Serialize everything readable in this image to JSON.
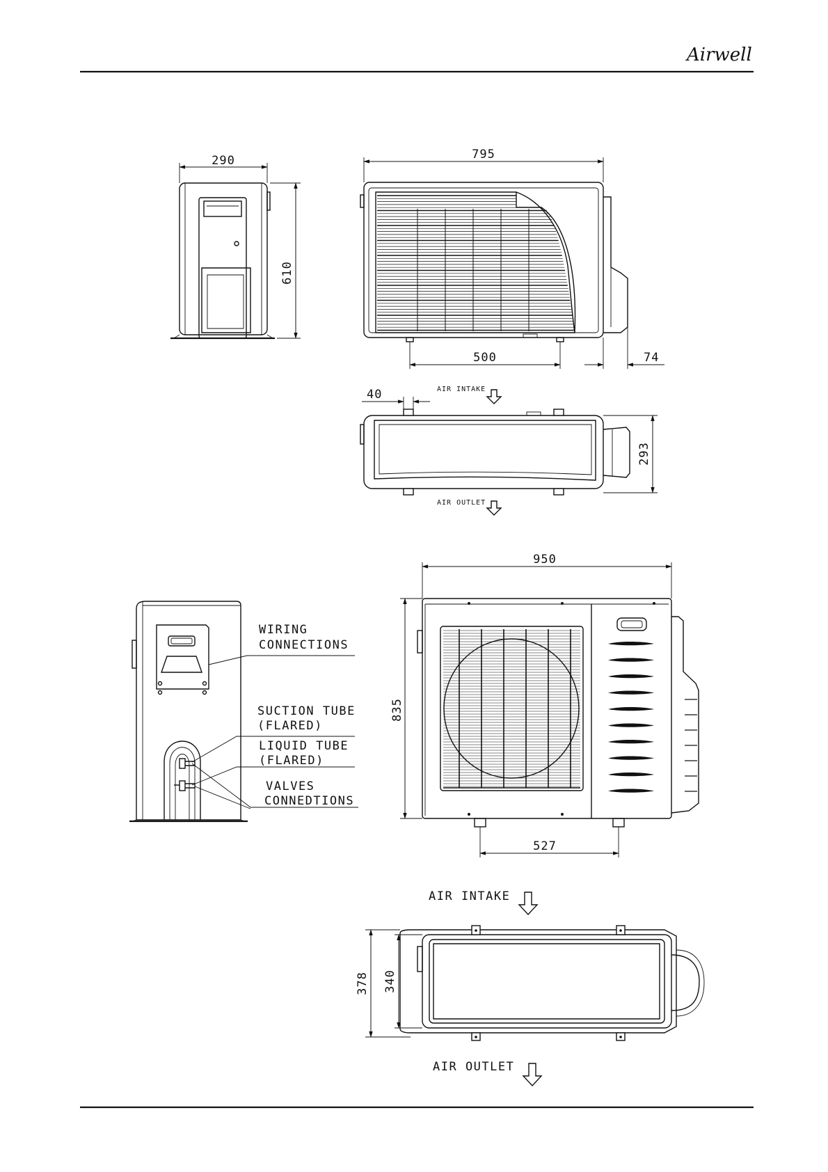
{
  "header": {
    "brand": "Airwell"
  },
  "unit_small": {
    "dimensions": {
      "depth": "290",
      "height": "610",
      "width": "795",
      "foot_spacing": "500",
      "valve_protrusion": "74",
      "foot_offset": "40",
      "top_depth": "293"
    },
    "labels": {
      "air_intake": "AIR INTAKE",
      "air_outlet": "AIR OUTLET"
    }
  },
  "unit_large": {
    "dimensions": {
      "width": "950",
      "height": "835",
      "foot_spacing": "527",
      "depth_overall": "378",
      "depth_body": "340"
    },
    "labels": {
      "wiring_1": "WIRING",
      "wiring_2": "CONNECTIONS",
      "suction_1": "SUCTION TUBE",
      "suction_2": "(FLARED)",
      "liquid_1": "LIQUID TUBE",
      "liquid_2": "(FLARED)",
      "valves_1": "VALVES",
      "valves_2": "CONNEDTIONS",
      "air_intake": "AIR INTAKE",
      "air_outlet": "AIR OUTLET"
    }
  }
}
